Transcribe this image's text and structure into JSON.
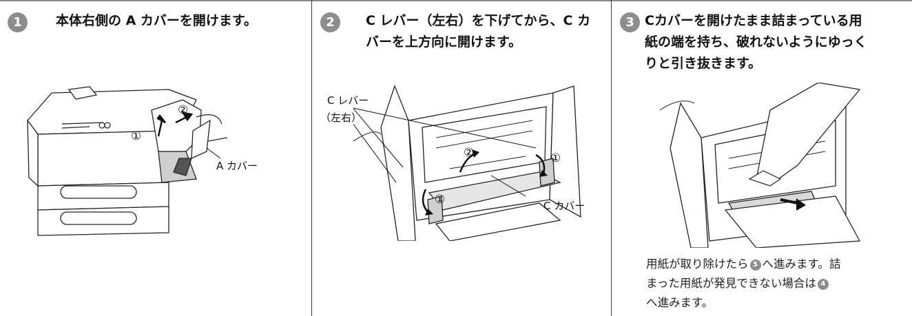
{
  "steps": [
    {
      "number": "1",
      "title": "本体右側の A カバーを開けます。",
      "callouts": {
        "cover_label": "A カバー",
        "marker1": "①",
        "marker2": "②"
      }
    },
    {
      "number": "2",
      "title_line1": "C レバー（左右）を下げてから、C カ",
      "title_line2": "バーを上方向に開けます。",
      "callouts": {
        "lever_label_line1": "C レバー",
        "lever_label_line2": "（左右）",
        "cover_label": "C カバー",
        "marker1": "①",
        "marker2": "②"
      }
    },
    {
      "number": "3",
      "title_line1": "Cカバーを開けたまま詰まっている用",
      "title_line2": "紙の端を持ち、破れないようにゆっく",
      "title_line3": "りと引き抜きます。",
      "note_part1": "用紙が取り除けたら",
      "note_ref1": "5",
      "note_part2": "へ進みます。詰",
      "note_part3": "まった用紙が発見できない場合は",
      "note_ref2": "4",
      "note_part4": "へ進みます。"
    }
  ]
}
